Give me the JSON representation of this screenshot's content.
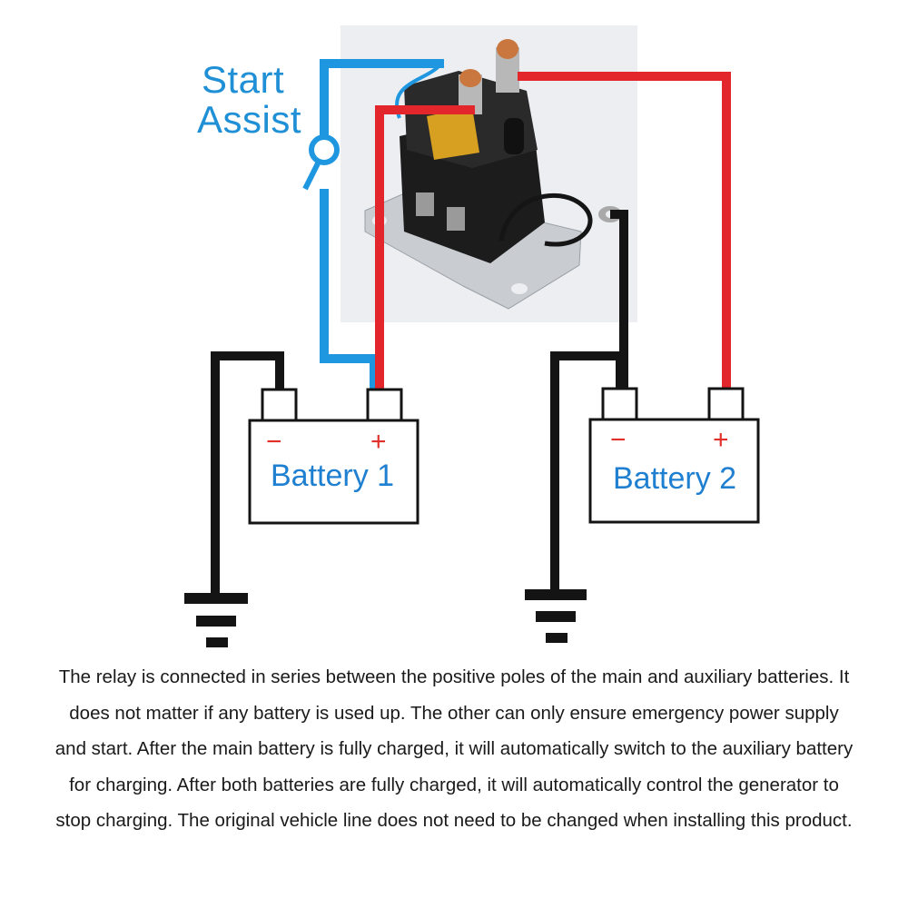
{
  "labels": {
    "start_line1": "Start",
    "start_line2": "Assist",
    "battery1": "Battery 1",
    "battery2": "Battery 2",
    "minus": "−",
    "plus": "+"
  },
  "caption": "The relay is connected in series between the positive poles of the main and auxiliary batteries. It does not matter if any battery is used up. The other can only ensure emergency power supply and start. After the main battery is fully charged, it will automatically switch to the auxiliary battery for charging. After both batteries are fully charged, it will automatically control the generator to stop charging. The original vehicle line does not need to be changed when installing this product.",
  "colors": {
    "blue_wire": "#1f97e0",
    "red_wire": "#e3262b",
    "black_wire": "#141414",
    "label_blue": "#1f7fd0",
    "sign_red": "#e0302a"
  }
}
